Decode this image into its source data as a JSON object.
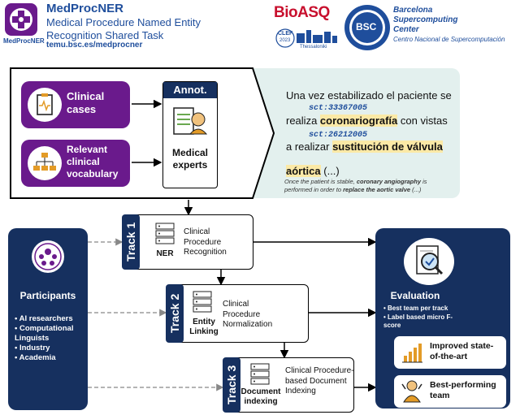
{
  "header": {
    "logo_caption": "MedProcNER",
    "title": "MedProcNER",
    "subtitle_line1": "Medical Procedure Named Entity",
    "subtitle_line2": "Recognition Shared Task",
    "url": "temu.bsc.es/medprocner",
    "bioasq": "BioASQ",
    "clef_text": "CLEF",
    "clef_year": "2023",
    "clef_city": "Thessaloniki",
    "bsc_badge": "BSC",
    "bsc_line1": "Barcelona",
    "bsc_line2": "Supercomputing",
    "bsc_line3": "Center",
    "bsc_line4": "Centro Nacional de Supercomputación"
  },
  "annot": {
    "clinical_cases": "Clinical\ncases",
    "relevant_vocab": "Relevant\nclinical\nvocabulary",
    "annot_label": "Annot.",
    "medical_experts": "Medical\nexperts"
  },
  "example": {
    "line1": "Una vez estabilizado el paciente se",
    "code1": "sct:33367005",
    "line2_pre": "realiza ",
    "line2_hl": "coronariografía",
    "line2_post": " con vistas",
    "code2": "sct:26212005",
    "line3_pre": "a realizar ",
    "line3_hl": "sustitución de válvula",
    "line4_hl": "aórtica",
    "line4_post": " (...)",
    "trans1_pre": "Once the patient is stable, ",
    "trans1_b": "coronary angiography",
    "trans1_post": " is",
    "trans2_pre": "performed in order to ",
    "trans2_b": "replace the aortic valve",
    "trans2_post": " (...)"
  },
  "participants": {
    "title": "Participants",
    "items": [
      "AI researchers",
      "Computational Linguists",
      "Industry",
      "Academia"
    ]
  },
  "tracks": [
    {
      "tab": "Track 1",
      "icon_label": "NER",
      "desc": "Clinical\nProcedure\nRecognition"
    },
    {
      "tab": "Track 2",
      "icon_label": "Entity\nLinking",
      "desc": "Clinical\nProcedure\nNormalization"
    },
    {
      "tab": "Track 3",
      "icon_label": "Document\nindexing",
      "desc": "Clinical Procedure-\nbased Document\nIndexing"
    }
  ],
  "evaluation": {
    "title": "Evaluation",
    "items": [
      "Best team per track",
      "Label based micro F-score"
    ],
    "outcome1": "Improved state-\nof-the-art",
    "outcome2": "Best-performing\nteam"
  },
  "colors": {
    "purple": "#6a1a8c",
    "navy": "#16305f",
    "teal_bg": "#e3f0ee",
    "highlight": "#fbe9a6",
    "code_blue": "#1f4e9c"
  }
}
